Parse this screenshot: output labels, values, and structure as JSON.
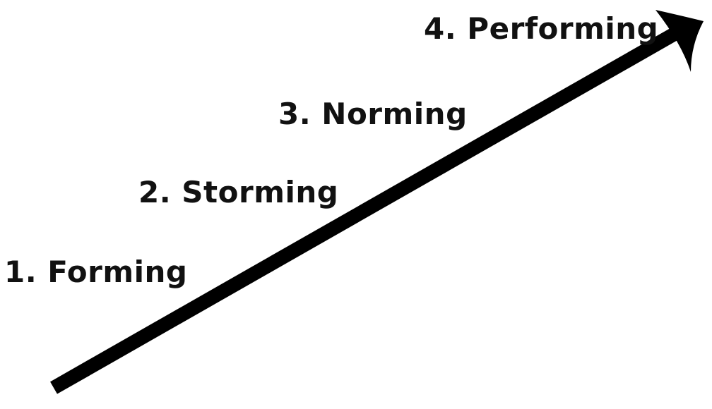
{
  "diagram": {
    "stages": [
      {
        "label": "1. Forming"
      },
      {
        "label": "2. Storming"
      },
      {
        "label": "3. Norming"
      },
      {
        "label": "4. Performing"
      }
    ],
    "arrow": {
      "direction": "up-right",
      "color": "#000000",
      "head": "arrowhead-icon"
    }
  }
}
